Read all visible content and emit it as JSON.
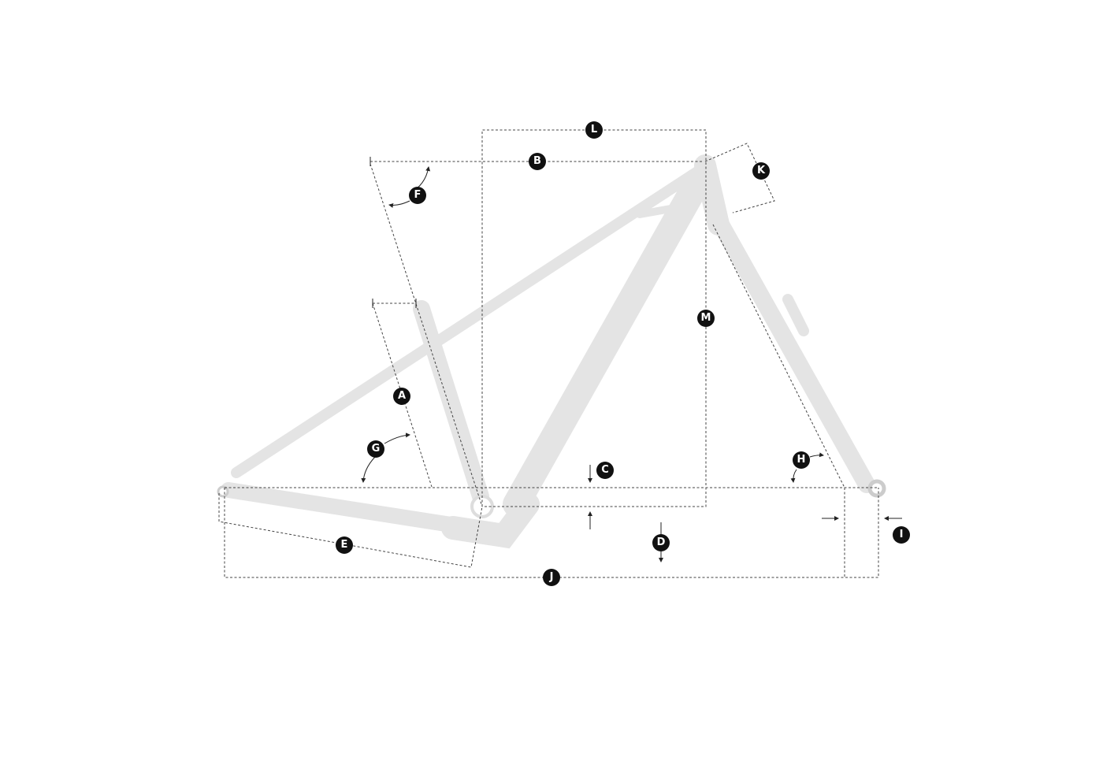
{
  "title": "Frame geometry diagram",
  "labels": {
    "A": "A",
    "B": "B",
    "C": "C",
    "D": "D",
    "E": "E",
    "F": "F",
    "G": "G",
    "H": "H",
    "I": "I",
    "J": "J",
    "K": "K",
    "L": "L",
    "M": "M"
  },
  "colors": {
    "frame": "#e4e4e4",
    "label_bg": "#111111",
    "dimension_line": "#444444"
  }
}
